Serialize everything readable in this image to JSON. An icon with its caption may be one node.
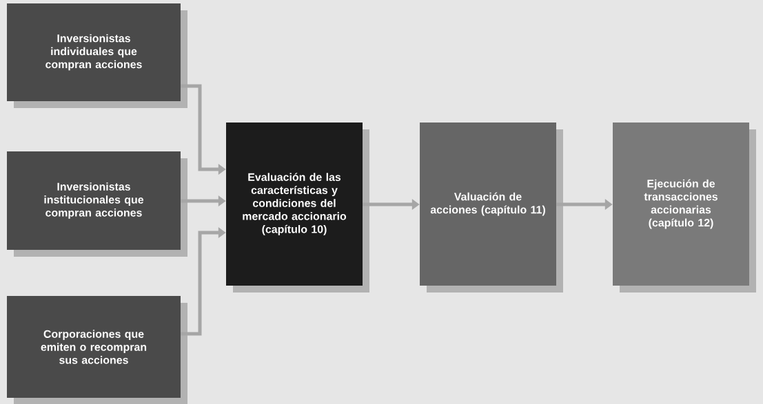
{
  "diagram": {
    "nodes": [
      {
        "text": [
          "Inversionistas individuales que compran acciones"
        ]
      },
      {
        "text": [
          "Inversionistas institucionales que compran acciones"
        ]
      },
      {
        "text": [
          "Corporaciones que emiten o recompran sus acciones"
        ]
      },
      {
        "text": [
          "Evaluación de las características y condiciones del mercado accionario (capítulo 10)"
        ]
      },
      {
        "text": [
          "Valuación de acciones (capítulo 11)"
        ]
      },
      {
        "text": [
          "Ejecución de transacciones accionarias (capítulo 12)"
        ]
      }
    ],
    "edges": [
      {
        "from": 0,
        "to": 3,
        "arrow": "to"
      },
      {
        "from": 1,
        "to": 3,
        "arrow": "to"
      },
      {
        "from": 2,
        "to": 3,
        "arrow": "to"
      },
      {
        "from": 3,
        "to": 4,
        "arrow": "to"
      },
      {
        "from": 4,
        "to": 5,
        "arrow": "to"
      }
    ]
  }
}
